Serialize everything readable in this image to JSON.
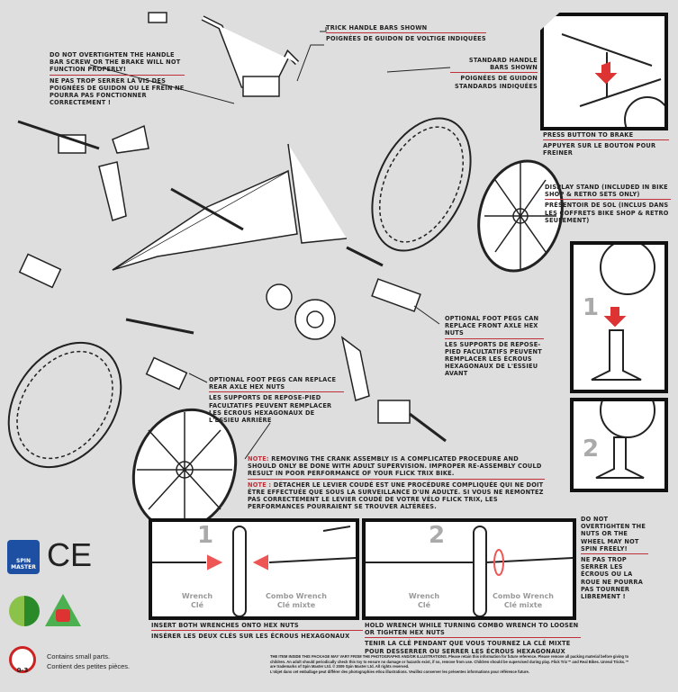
{
  "callouts": {
    "trick": [
      "Trick handle bars shown",
      "Poignées de guidon de voltige indiquées"
    ],
    "overtighten": {
      "en": "Do NOT overtighten the handle bar screw or the brake will not function properly!",
      "fr": "NE PAS trop serrer la vis des poignées de guidon ou le frein ne pourra pas fonctionner correctement !"
    },
    "standard": {
      "en": "Standard handle bars shown",
      "fr": "Poignées de guidon standards indiquées"
    },
    "brake": {
      "en": "Press button to brake",
      "fr": "Appuyer sur le bouton pour freiner"
    },
    "stand": {
      "en": "Display Stand (included in Bike Shop & Retro sets only)",
      "fr": "Présentoir de sol (inclus dans les coffrets Bike Shop & Retro seulement)"
    },
    "front_pegs": {
      "en": "Optional foot pegs can replace front axle hex nuts",
      "fr": "Les supports de repose-pied facultatifs peuvent remplacer les écrous hexagonaux de l'essieu avant"
    },
    "rear_pegs": {
      "en": "Optional foot pegs can replace rear axle hex nuts",
      "fr": "Les supports de repose-pied facultatifs peuvent remplacer les écrous hexagonaux de l'essieu arrière"
    },
    "note": {
      "en_label": "NOTE:",
      "en": "Removing the crank assembly is a complicated procedure and should only be done with adult supervision. Improper re-assembly could result in poor performance of your Flick Trix bike.",
      "fr_label": "NOTE :",
      "fr": "Détacher le levier coudé est une procédure compliquée qui ne doit être effectuée que sous la surveillance d'un adulte. Si vous ne remontez pas correctement le levier coudé de votre vélo Flick Trix, les performances pourraient se trouver altérées."
    },
    "nuts": {
      "en": "Do NOT overtighten the nuts or the wheel may not spin freely!",
      "fr": "NE PAS trop serrer les écrous ou la roue ne pourra pas tourner librement !"
    },
    "insert": {
      "en": "Insert both wrenches onto hex nuts",
      "fr": "Insérer les deux clés sur les écrous hexagonaux"
    },
    "hold": {
      "en": "Hold wrench while turning combo wrench to loosen or tighten hex nuts",
      "fr": "Tenir la clé pendant que vous tournez la clé mixte pour desserrer ou serrer les écrous hexagonaux"
    }
  },
  "steps": [
    {
      "num": "1",
      "wrench": "Wrench",
      "wrench_fr": "Clé",
      "combo": "Combo Wrench",
      "combo_fr": "Clé mixte"
    },
    {
      "num": "2",
      "wrench": "Wrench",
      "wrench_fr": "Clé",
      "combo": "Combo Wrench",
      "combo_fr": "Clé mixte"
    }
  ],
  "stand_steps": [
    "1",
    "2"
  ],
  "logos": {
    "brand": "SPIN MASTER",
    "ce": "CE",
    "age": "0-3"
  },
  "warning": {
    "en": "Contains small parts.",
    "fr": "Contient des petites pièces."
  },
  "legal": [
    "THE ITEM INSIDE THIS PACKAGE MAY VARY FROM THE PHOTOGRAPHS AND/OR ILLUSTRATIONS. Please retain this information for future reference. Please remove all packing material before giving to children. An adult should periodically check this toy to ensure no damage or hazards exist, if so, remove from use. Children should be supervised during play. Flick Trix™ and Real Bikes. Unreal Tricks.™ are trademarks of Spin Master Ltd. © 2009 Spin Master Ltd. All rights reserved.",
    "L'objet dans cet emballage peut différer des photographies et/ou illustrations. Veuillez conserver les présentes informations pour référence future."
  ],
  "colors": {
    "accent": "#c0303a",
    "bg": "#dedede"
  }
}
